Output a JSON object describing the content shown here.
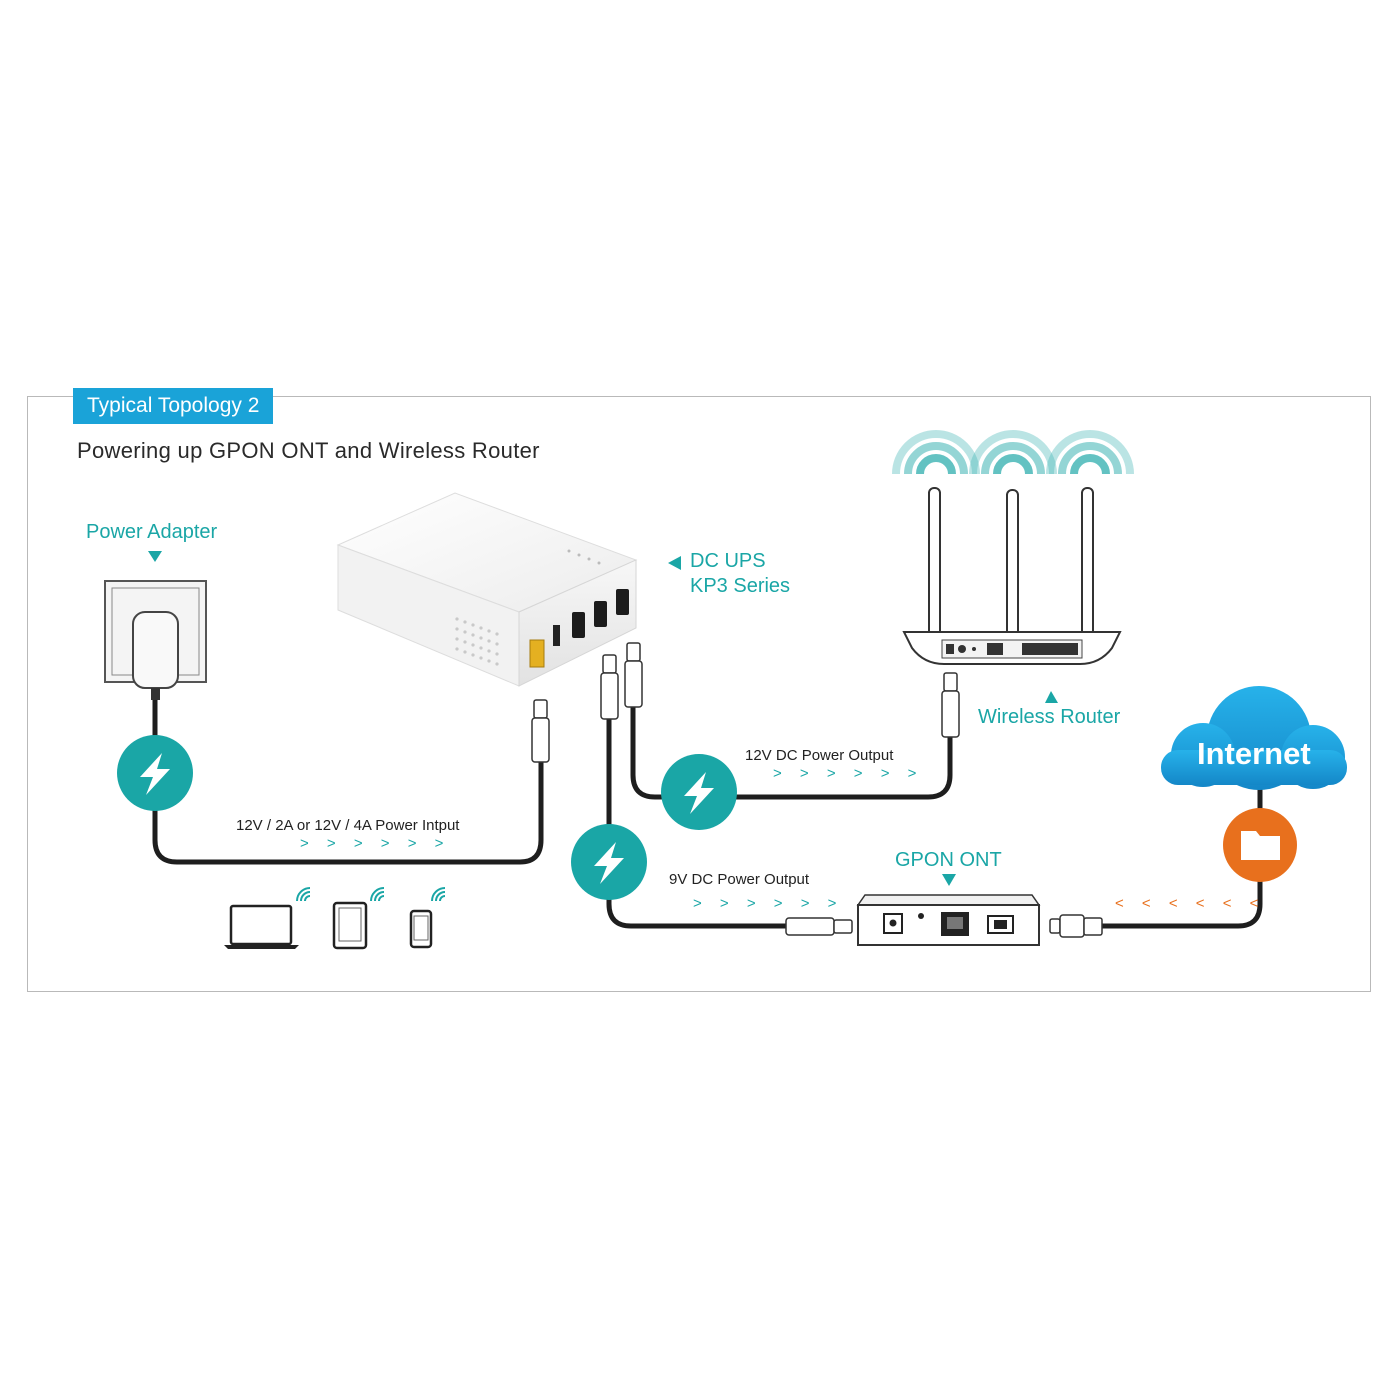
{
  "header": {
    "tab_label": "Typical Topology 2",
    "subtitle": "Powering up GPON ONT and Wireless Router"
  },
  "labels": {
    "power_adapter": "Power Adapter",
    "dc_ups_line1": "DC UPS",
    "dc_ups_line2": "KP3 Series",
    "wireless_router": "Wireless Router",
    "gpon_ont": "GPON ONT",
    "internet": "Internet"
  },
  "connections": {
    "input": "12V / 2A or 12V / 4A Power Intput",
    "output_12v": "12V DC Power Output",
    "output_9v": "9V DC Power Output"
  },
  "flow_arrows": {
    "right": "> > > > > >",
    "left": "< < < < < <"
  },
  "icons": {
    "power": "lightning-icon",
    "folder": "folder-icon",
    "cloud": "cloud-icon",
    "wifi": "wifi-icon"
  },
  "colors": {
    "accent_blue": "#1aa3d8",
    "teal": "#1aa6a6",
    "orange": "#e8701d",
    "cable": "#1e1e1e"
  }
}
